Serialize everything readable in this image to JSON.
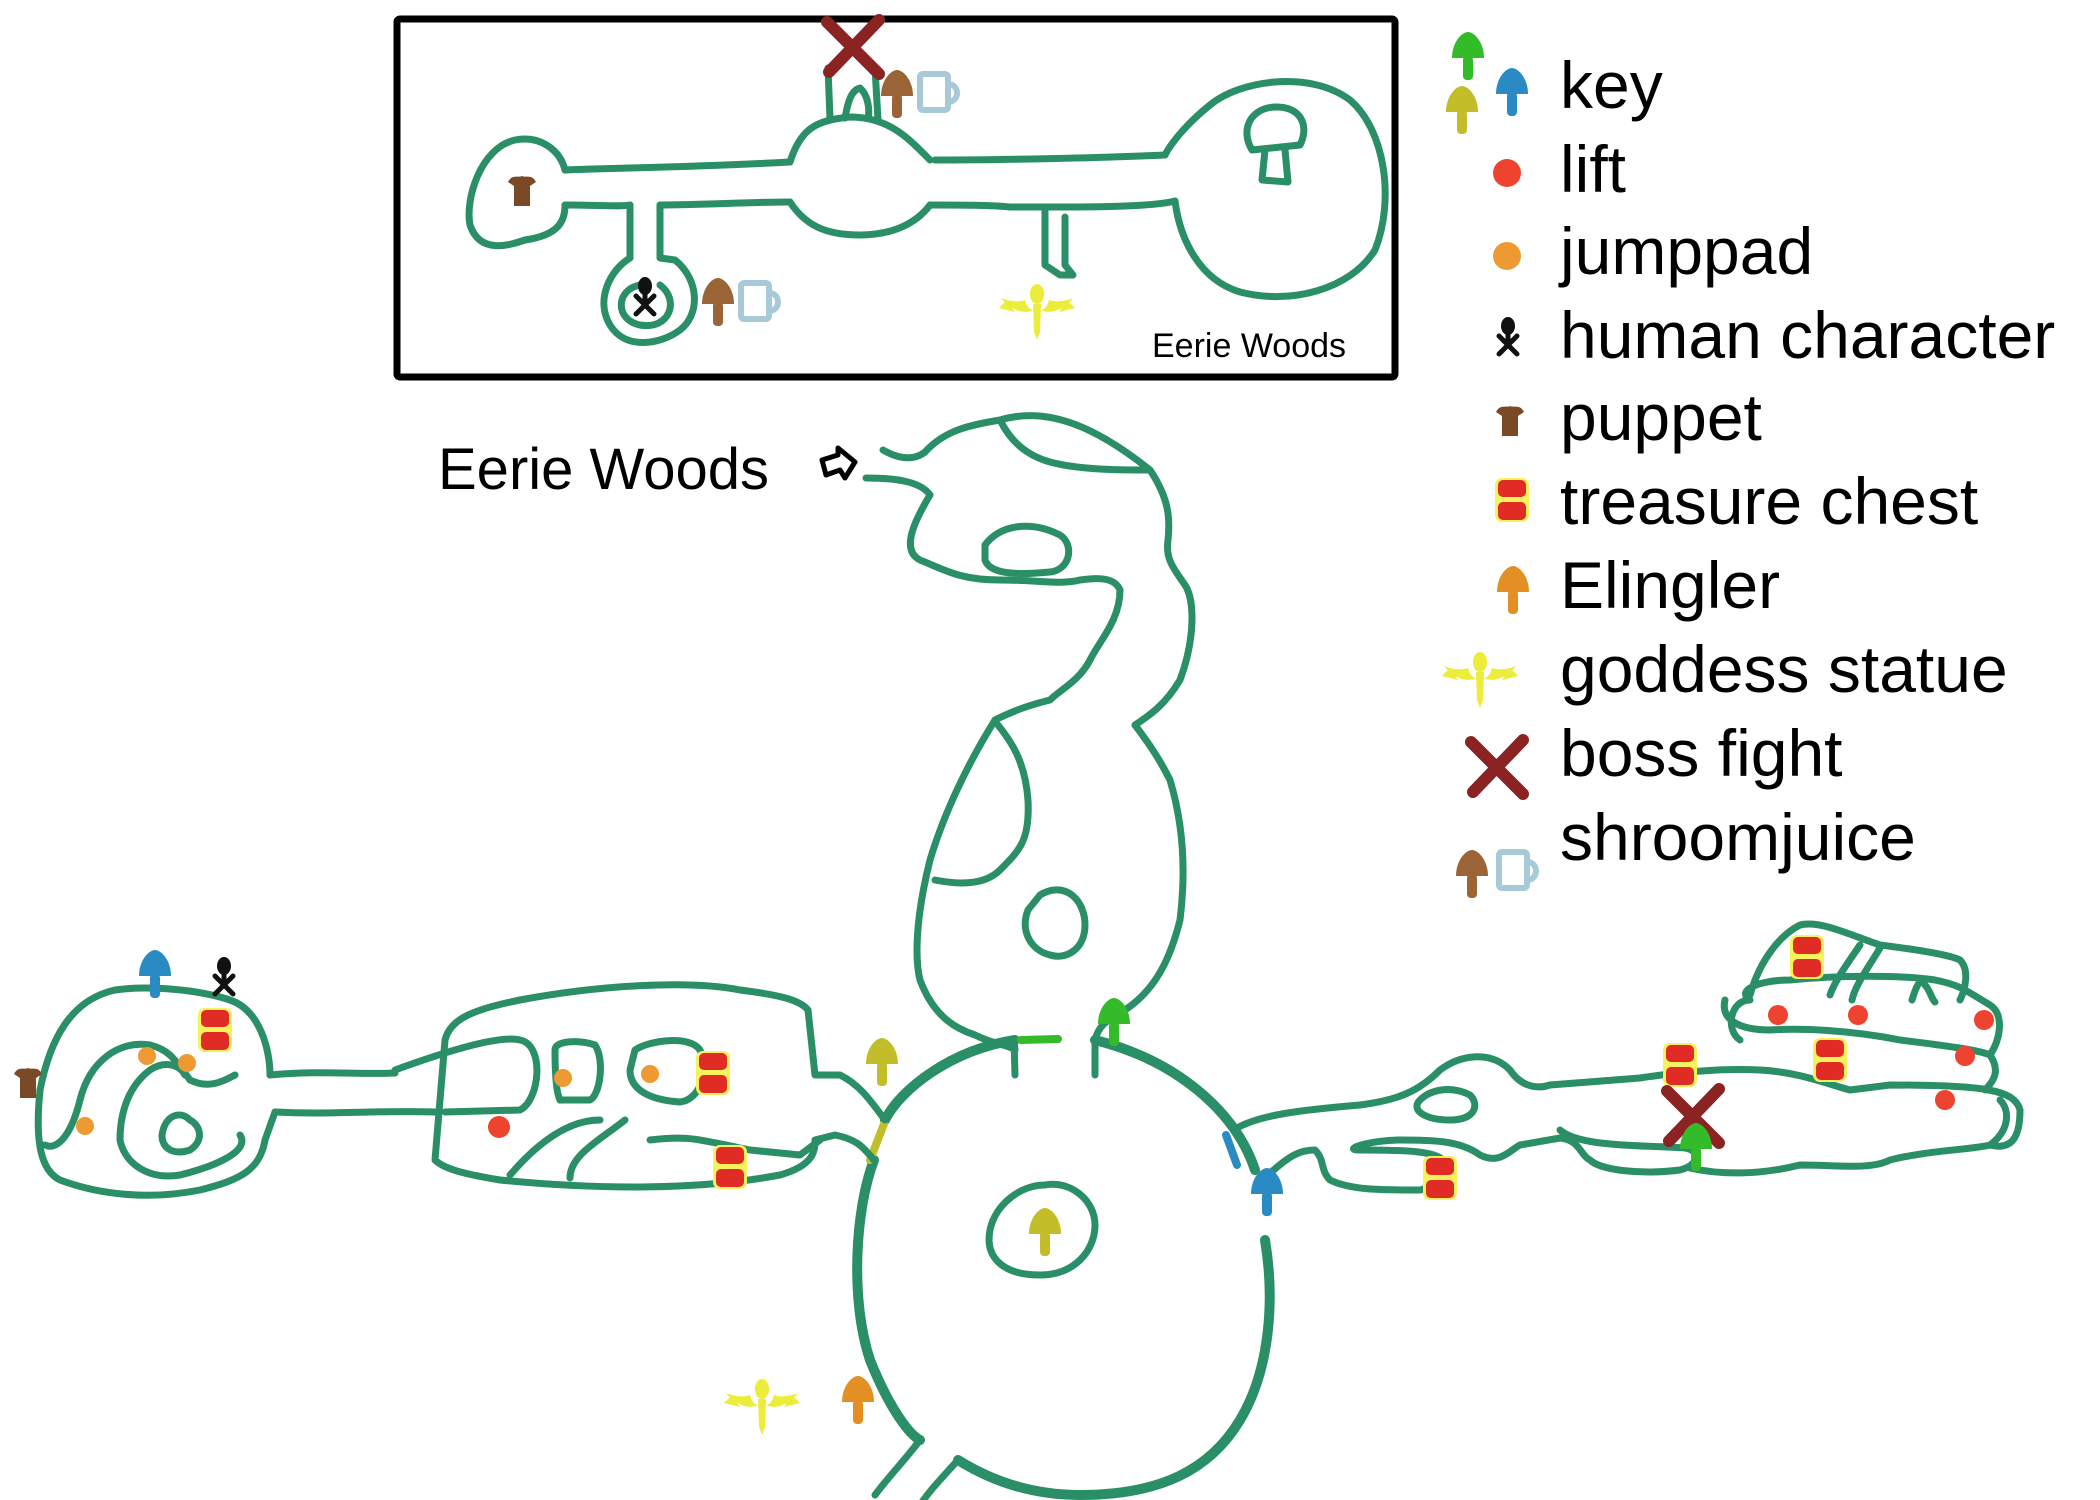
{
  "map": {
    "title_label": "Eerie Woods",
    "inset_label": "Eerie Woods",
    "colors": {
      "path": "#2a8f66",
      "key_green": "#33bb2a",
      "key_blue": "#2a8ac4",
      "key_olive": "#c2bd28",
      "lift": "#ee432f",
      "jumppad": "#ee9a32",
      "human": "#111111",
      "puppet": "#7a4a26",
      "chest_red": "#e02c24",
      "chest_yellow": "#f6f25c",
      "elingler": "#e38f24",
      "goddess": "#ecec3a",
      "boss": "#8b2323",
      "mug": "#a8cad8",
      "shroom_brown": "#9a6436"
    }
  },
  "legend": {
    "items": [
      {
        "icon": "key-icon",
        "label": "key"
      },
      {
        "icon": "lift-icon",
        "label": "lift"
      },
      {
        "icon": "jumppad-icon",
        "label": "jumppad"
      },
      {
        "icon": "human-character-icon",
        "label": "human character"
      },
      {
        "icon": "puppet-icon",
        "label": "puppet"
      },
      {
        "icon": "treasure-chest-icon",
        "label": "treasure chest"
      },
      {
        "icon": "elingler-icon",
        "label": "Elingler"
      },
      {
        "icon": "goddess-statue-icon",
        "label": "goddess statue"
      },
      {
        "icon": "boss-fight-icon",
        "label": "boss fight"
      },
      {
        "icon": "shroomjuice-icon",
        "label": "shroomjuice"
      }
    ]
  }
}
